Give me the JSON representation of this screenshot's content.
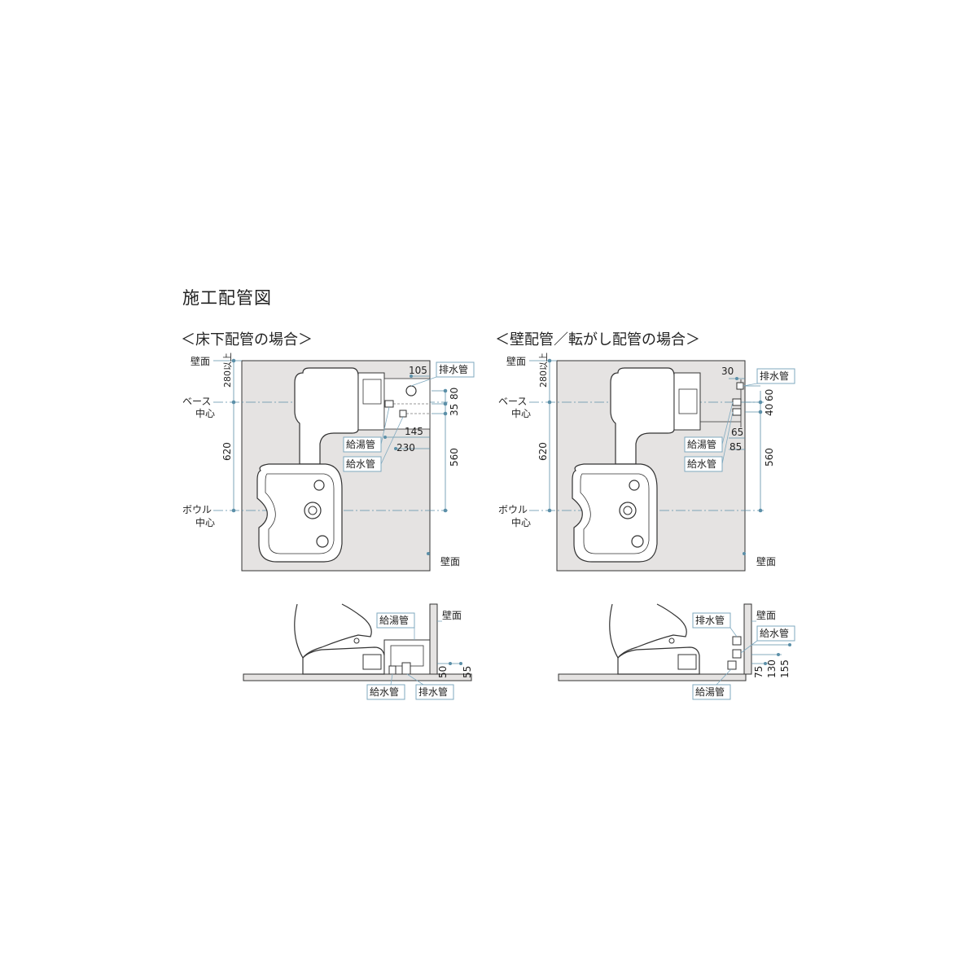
{
  "title": "施工配管図",
  "left_view": {
    "heading": "＜床下配管の場合＞",
    "labels": {
      "wall_top": "壁面",
      "base_center_1": "ベース",
      "base_center_2": "中心",
      "bowl_center_1": "ボウル",
      "bowl_center_2": "中心",
      "wall_right": "壁面",
      "drain_pipe": "排水管",
      "hot_pipe": "給湯管",
      "water_pipe": "給水管",
      "side_hot_pipe": "給湯管",
      "side_wall": "壁面",
      "side_water_pipe": "給水管",
      "side_drain_pipe": "排水管"
    },
    "dims": {
      "d280": "280以上",
      "d620": "620",
      "d105": "105",
      "d35": "35",
      "d80": "80",
      "d145": "145",
      "d230": "230",
      "d560": "560",
      "d50": "50",
      "d55": "55"
    }
  },
  "right_view": {
    "heading": "＜壁配管／転がし配管の場合＞",
    "labels": {
      "wall_top": "壁面",
      "base_center_1": "ベース",
      "base_center_2": "中心",
      "bowl_center_1": "ボウル",
      "bowl_center_2": "中心",
      "wall_right": "壁面",
      "drain_pipe": "排水管",
      "hot_pipe": "給湯管",
      "water_pipe": "給水管",
      "side_drain_pipe": "排水管",
      "side_wall": "壁面",
      "side_water_pipe": "給水管",
      "side_hot_pipe": "給湯管"
    },
    "dims": {
      "d280": "280以上",
      "d620": "620",
      "d30": "30",
      "d60": "60",
      "d40": "40",
      "d65": "65",
      "d85": "85",
      "d560": "560",
      "d75": "75",
      "d130": "130",
      "d155": "155"
    }
  },
  "colors": {
    "wall_fill": "#e5e3e2",
    "dimension_line": "#5b8fa8",
    "outline": "#333333",
    "label_box": "#7fa9bf"
  }
}
